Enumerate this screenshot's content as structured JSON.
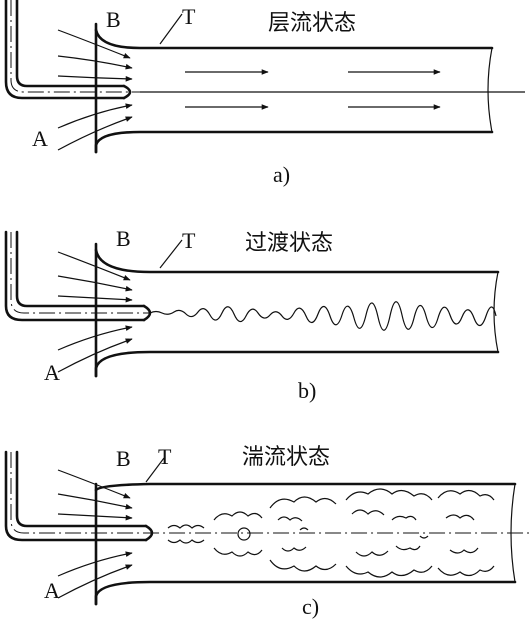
{
  "panels": [
    {
      "id": "a",
      "title": "层流状态",
      "label_b": "B",
      "label_t": "T",
      "label_a": "A",
      "caption": "a)"
    },
    {
      "id": "b",
      "title": "过渡状态",
      "label_b": "B",
      "label_t": "T",
      "label_a": "A",
      "caption": "b)"
    },
    {
      "id": "c",
      "title": "湍流状态",
      "label_b": "B",
      "label_t": "T",
      "label_a": "A",
      "caption": "c)"
    }
  ]
}
